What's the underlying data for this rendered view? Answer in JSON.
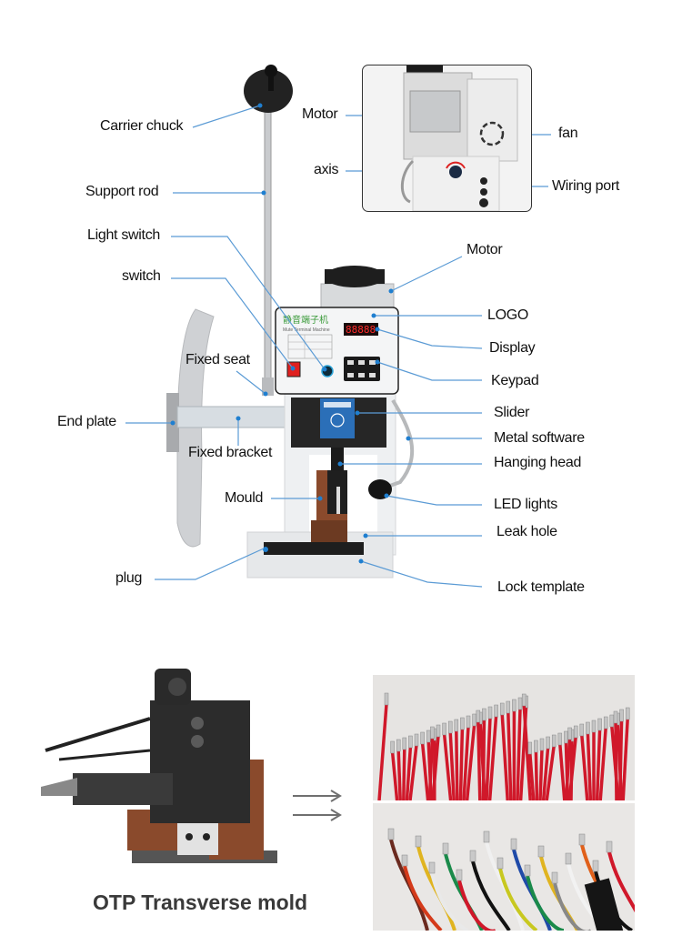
{
  "diagram": {
    "title": "Mute Terminal Machine parts diagram",
    "machine_panel": {
      "logo_cn": "静音端子机",
      "logo_en": "Mute Terminal Machine",
      "display_value": "88888"
    },
    "labels_left": [
      {
        "id": "carrier-chuck",
        "text": "Carrier chuck"
      },
      {
        "id": "support-rod",
        "text": "Support rod"
      },
      {
        "id": "light-switch",
        "text": "Light switch"
      },
      {
        "id": "switch",
        "text": "switch"
      },
      {
        "id": "fixed-seat",
        "text": "Fixed seat"
      },
      {
        "id": "end-plate",
        "text": "End plate"
      },
      {
        "id": "fixed-bracket",
        "text": "Fixed bracket"
      },
      {
        "id": "mould",
        "text": "Mould"
      },
      {
        "id": "plug",
        "text": "plug"
      }
    ],
    "labels_inset": [
      {
        "id": "motor-rear",
        "text": "Motor"
      },
      {
        "id": "axis",
        "text": "axis"
      },
      {
        "id": "fan",
        "text": "fan"
      },
      {
        "id": "wiring-port",
        "text": "Wiring port"
      }
    ],
    "labels_right": [
      {
        "id": "motor",
        "text": "Motor"
      },
      {
        "id": "logo",
        "text": "LOGO"
      },
      {
        "id": "display",
        "text": "Display"
      },
      {
        "id": "keypad",
        "text": "Keypad"
      },
      {
        "id": "slider",
        "text": "Slider"
      },
      {
        "id": "metal-software",
        "text": "Metal software"
      },
      {
        "id": "hanging-head",
        "text": "Hanging head"
      },
      {
        "id": "led-lights",
        "text": "LED lights"
      },
      {
        "id": "leak-hole",
        "text": "Leak hole"
      },
      {
        "id": "lock-template",
        "text": "Lock template"
      }
    ],
    "bottom": {
      "mold_caption": "OTP Transverse mold",
      "arrow_icon": "double-right-arrow-icon"
    },
    "colors": {
      "leader_line": "#5b9bd5",
      "leader_dot": "#1f7fd0",
      "machine_body": "#e9eaec",
      "panel_red": "#e02020",
      "display_red": "#ff2a2a",
      "copper": "#8a4a2c",
      "wire_red": "#d0182a"
    }
  }
}
